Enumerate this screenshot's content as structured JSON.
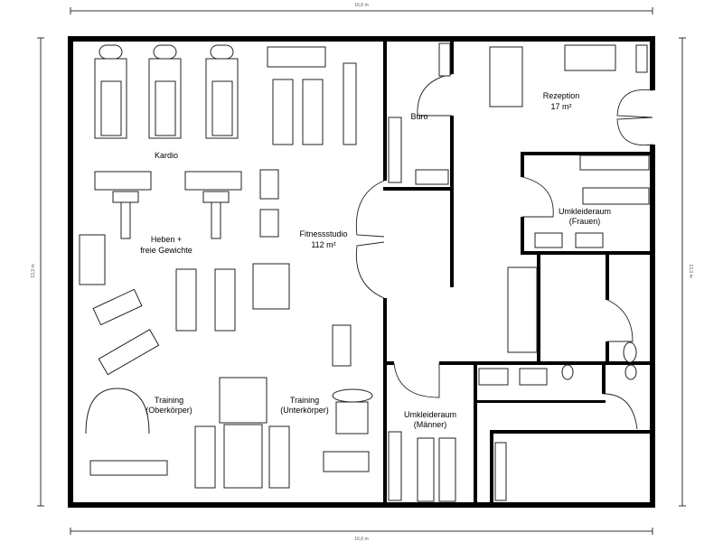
{
  "dimensions": {
    "top": "16,6 m",
    "bottom": "16,6 m",
    "left": "13,3 m",
    "right": "13,3 m"
  },
  "rooms": {
    "kardio": {
      "name": "Kardio"
    },
    "heben": {
      "name": "Heben +",
      "name2": "freie Gewichte"
    },
    "fitness": {
      "name": "Fitnessstudio",
      "area": "112 m²"
    },
    "buero": {
      "name": "Büro"
    },
    "rezeption": {
      "name": "Rezeption",
      "area": "17 m²"
    },
    "frauen": {
      "name": "Umkleideraum",
      "name2": "(Frauen)"
    },
    "maenner": {
      "name": "Umkleideraum",
      "name2": "(Männer)"
    },
    "ober": {
      "name": "Training",
      "name2": "(Oberkörper)"
    },
    "unter": {
      "name": "Training",
      "name2": "(Unterkörper)"
    }
  }
}
